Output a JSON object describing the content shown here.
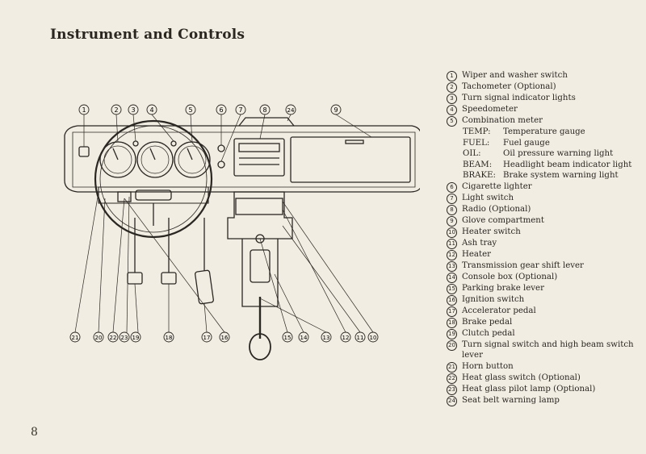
{
  "page": {
    "title": "Instrument and Controls",
    "page_number": "8"
  },
  "callouts": {
    "top": [
      "1",
      "2",
      "3",
      "4",
      "5",
      "6",
      "7",
      "8",
      "24",
      "9"
    ],
    "bottom": [
      "21",
      "20",
      "22",
      "23",
      "19",
      "18",
      "17",
      "16",
      "15",
      "14",
      "13",
      "12",
      "11",
      "10"
    ]
  },
  "legend": {
    "items": [
      {
        "num": "1",
        "text": "Wiper and washer switch"
      },
      {
        "num": "2",
        "text": "Tachometer (Optional)"
      },
      {
        "num": "3",
        "text": "Turn signal indicator lights"
      },
      {
        "num": "4",
        "text": "Speedometer"
      },
      {
        "num": "5",
        "text": "Combination meter"
      },
      {
        "num": "6",
        "text": "Cigarette lighter"
      },
      {
        "num": "7",
        "text": "Light switch"
      },
      {
        "num": "8",
        "text": "Radio (Optional)"
      },
      {
        "num": "9",
        "text": "Glove compartment"
      },
      {
        "num": "10",
        "text": "Heater switch"
      },
      {
        "num": "11",
        "text": "Ash tray"
      },
      {
        "num": "12",
        "text": "Heater"
      },
      {
        "num": "13",
        "text": "Transmission gear shift lever"
      },
      {
        "num": "14",
        "text": "Console box (Optional)"
      },
      {
        "num": "15",
        "text": "Parking brake lever"
      },
      {
        "num": "16",
        "text": "Ignition switch"
      },
      {
        "num": "17",
        "text": "Accelerator pedal"
      },
      {
        "num": "18",
        "text": "Brake pedal"
      },
      {
        "num": "19",
        "text": "Clutch pedal"
      },
      {
        "num": "20",
        "text": "Turn signal switch and high beam switch lever"
      },
      {
        "num": "21",
        "text": "Horn button"
      },
      {
        "num": "22",
        "text": "Heat glass switch (Optional)"
      },
      {
        "num": "23",
        "text": "Heat glass pilot lamp (Optional)"
      },
      {
        "num": "24",
        "text": "Seat belt warning lamp"
      }
    ],
    "combination_meter": [
      {
        "key": "TEMP:",
        "value": "Temperature gauge"
      },
      {
        "key": "FUEL:",
        "value": "Fuel gauge"
      },
      {
        "key": "OIL:",
        "value": "Oil pressure warning light"
      },
      {
        "key": "BEAM:",
        "value": "Headlight beam indicator light"
      },
      {
        "key": "BRAKE:",
        "value": "Brake system warning light"
      }
    ]
  }
}
